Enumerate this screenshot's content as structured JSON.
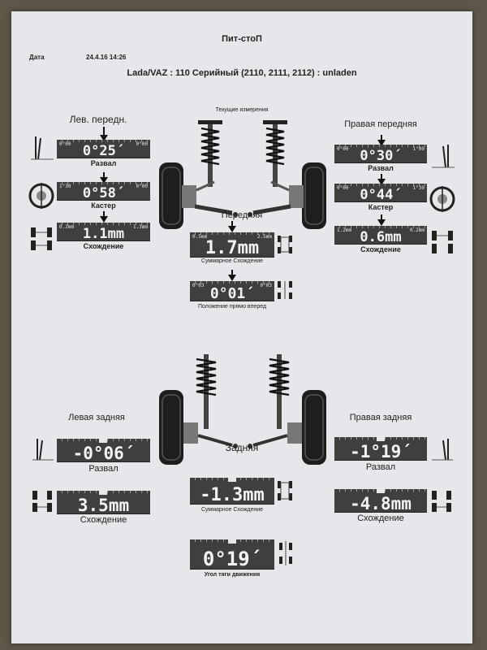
{
  "header": {
    "title": "Пит-стоП",
    "date_label": "Дата",
    "date_value": "24.4.16 14:26",
    "vehicle": "Lada/VAZ : 110 Серийный (2110, 2111, 2112) : unladen"
  },
  "front": {
    "measure_title": "Текущие измерения",
    "section_label": "Передняя",
    "left_title": "Лев. передн.",
    "right_title": "Правая передняя",
    "left": {
      "camber": {
        "value": "0°25´",
        "low": "0°00",
        "high": "0°00",
        "label": "Развал"
      },
      "caster": {
        "value": "0°58´",
        "low": "1°30",
        "high": "0°00",
        "label": "Кастер"
      },
      "toe": {
        "value": "1.1mm",
        "low": "0.2mm",
        "high": "1.3mm",
        "label": "Схождение"
      }
    },
    "right": {
      "camber": {
        "value": "0°30´",
        "low": "0°00",
        "high": "1°00",
        "label": "Развал"
      },
      "caster": {
        "value": "0°44´",
        "low": "0°00",
        "high": "1°30",
        "label": "Кастер"
      },
      "toe": {
        "value": "0.6mm",
        "low": "1.2mm",
        "high": "0.2mm",
        "label": "Схождение"
      }
    },
    "total_toe": {
      "value": "1.7mm",
      "low": "0.5mm",
      "high": "2.5mm",
      "label": "Суммарное Схождение"
    },
    "straight_ahead": {
      "value": "0°01´",
      "low": "0°03",
      "high": "0°03",
      "label": "Положение прямо вперед"
    }
  },
  "rear": {
    "section_label": "Задняя",
    "left_title": "Левая задняя",
    "right_title": "Правая задняя",
    "left": {
      "camber": {
        "value": "-0°06´",
        "label": "Развал"
      },
      "toe": {
        "value": "3.5mm",
        "label": "Схождение"
      }
    },
    "right": {
      "camber": {
        "value": "-1°19´",
        "label": "Развал"
      },
      "toe": {
        "value": "-4.8mm",
        "label": "Схождение"
      }
    },
    "total_toe": {
      "value": "-1.3mm",
      "label": "Суммарное Схождение"
    },
    "thrust_angle": {
      "value": "0°19´",
      "label": "Угол тяги движения"
    }
  }
}
